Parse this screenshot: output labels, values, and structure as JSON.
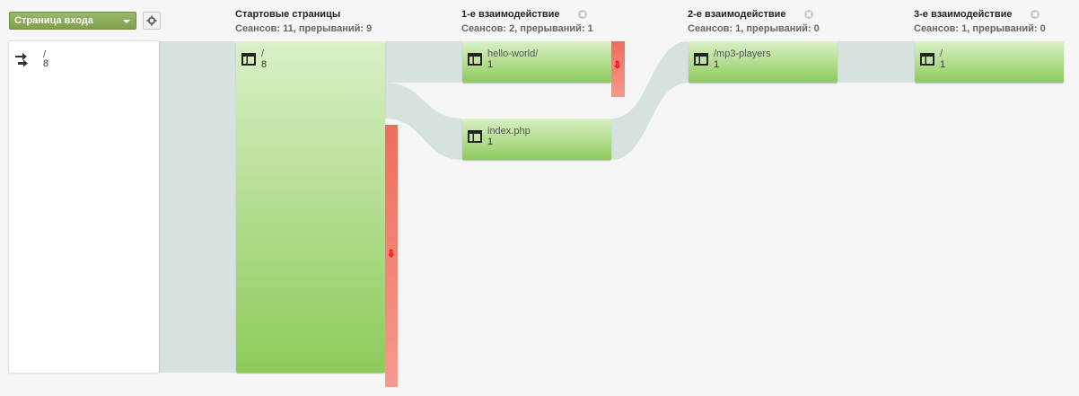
{
  "header": {
    "dimension_dropdown": "Страница входа"
  },
  "columns": [
    {
      "title": "Стартовые страницы",
      "subtitle": "Сеансов: 11, прерываний: 9"
    },
    {
      "title": "1-е взаимодействие",
      "subtitle": "Сеансов: 2, прерываний: 1"
    },
    {
      "title": "2-е взаимодействие",
      "subtitle": "Сеансов: 1, прерываний: 0"
    },
    {
      "title": "3-е взаимодействие",
      "subtitle": "Сеансов: 1, прерываний: 0"
    }
  ],
  "source": {
    "label": "/",
    "count": "8"
  },
  "nodes": {
    "start": {
      "label": "/",
      "count": "8"
    },
    "i1_hello": {
      "label": "hello-world/",
      "count": "1"
    },
    "i1_index": {
      "label": "index.php",
      "count": "1"
    },
    "i2": {
      "label": "/mp3-players",
      "count": "1"
    },
    "i3": {
      "label": "/",
      "count": "1"
    }
  },
  "drop_arrow": "⇩",
  "colors": {
    "node_green": "#8fcb5c",
    "drop_red": "#f07a6a",
    "flow": "#d6e2e0",
    "background": "#f6f6f6"
  }
}
